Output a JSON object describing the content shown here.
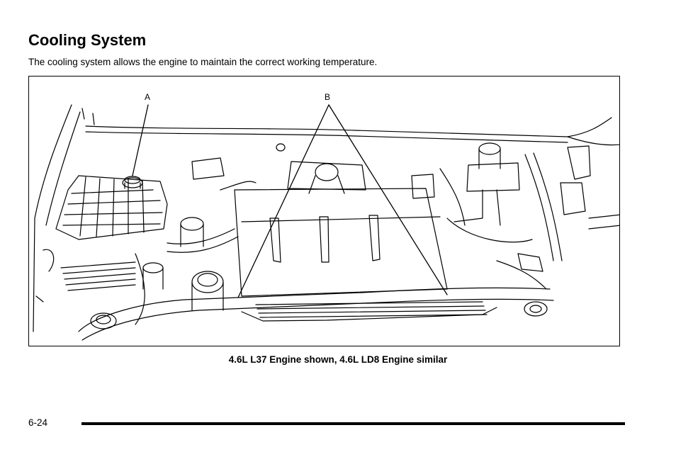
{
  "section": {
    "title": "Cooling System",
    "intro": "The cooling system allows the engine to maintain the correct working temperature."
  },
  "figure": {
    "callouts": [
      {
        "id": "a",
        "label": "A"
      },
      {
        "id": "b",
        "label": "B"
      }
    ],
    "caption": "4.6L L37 Engine shown, 4.6L LD8 Engine similar"
  },
  "footer": {
    "page_number": "6-24"
  }
}
